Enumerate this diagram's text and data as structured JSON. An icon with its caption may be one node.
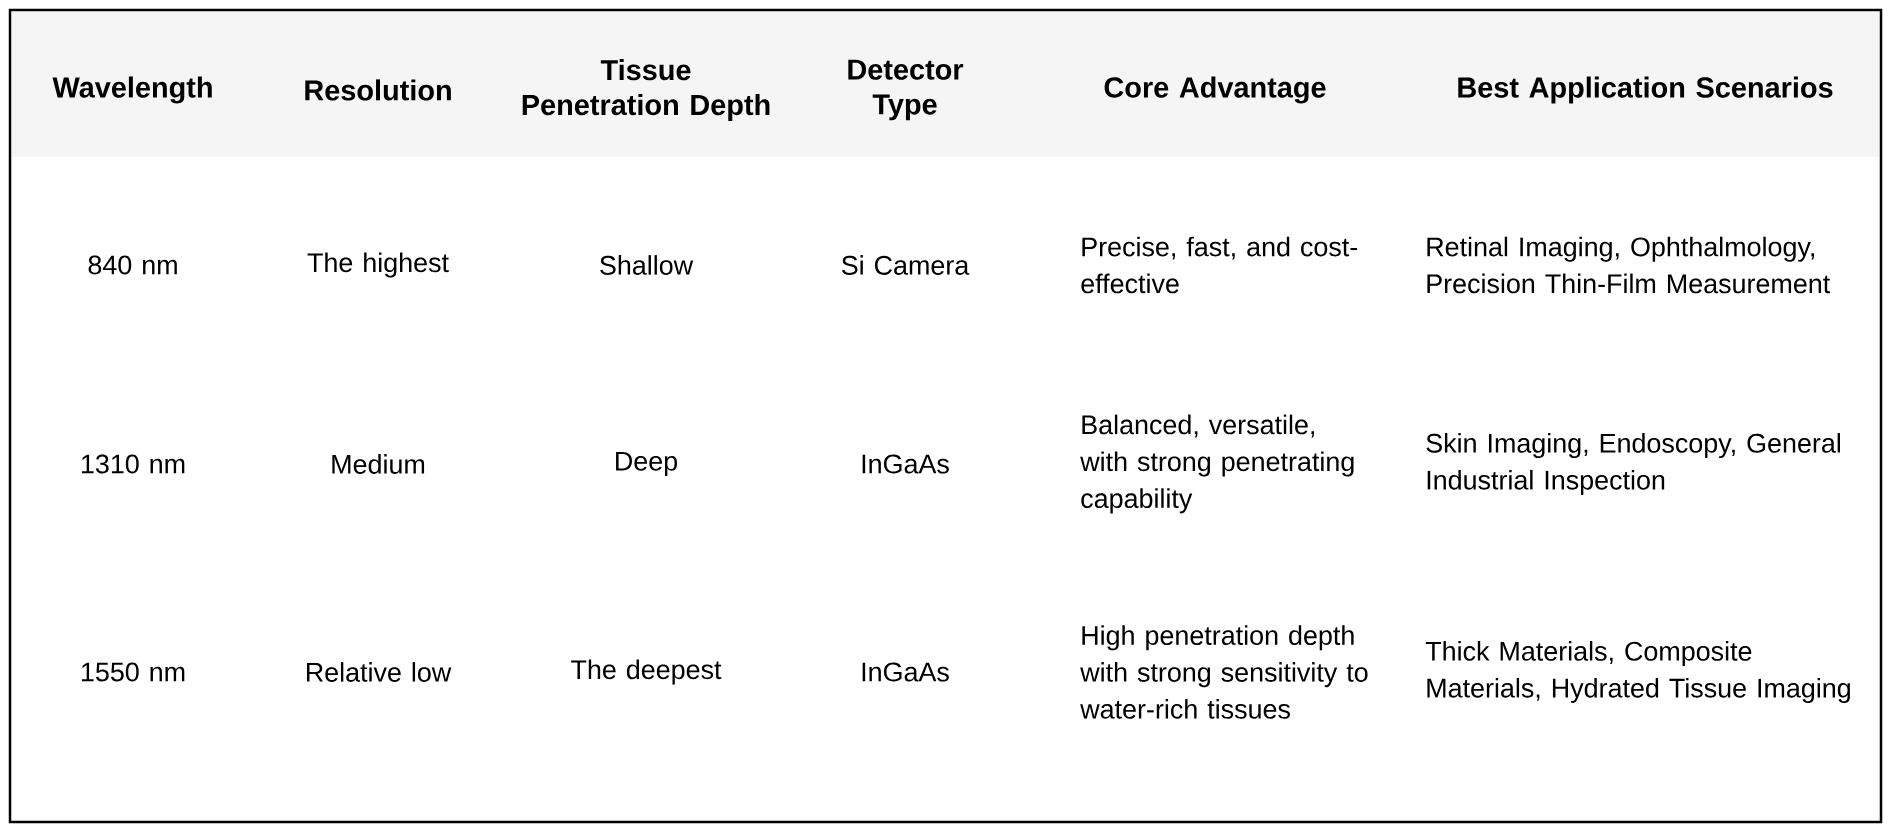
{
  "diagram": {
    "labels": [
      "Wavelength",
      "Resolution",
      "Tissue Penetration Depth",
      "Detector Type",
      "Core Advantage",
      "Best Application Scenarios",
      "840 nm",
      "The highest",
      "Shallow",
      "Si Camera",
      "Precise, fast, and cost-effective",
      "Retinal Imaging, Ophthalmology, Precision Thin-Film Measurement",
      "1310 nm",
      "Medium",
      "Deep",
      "InGaAs",
      "Balanced, versatile, with strong penetrating capability",
      "Skin Imaging, Endoscopy, General Industrial Inspection",
      "1550 nm",
      "Relative low",
      "The deepest",
      "InGaAs",
      "High penetration depth with strong sensitivity to water-rich tissues",
      "Thick Materials, Composite Materials, Hydrated Tissue Imaging"
    ]
  }
}
